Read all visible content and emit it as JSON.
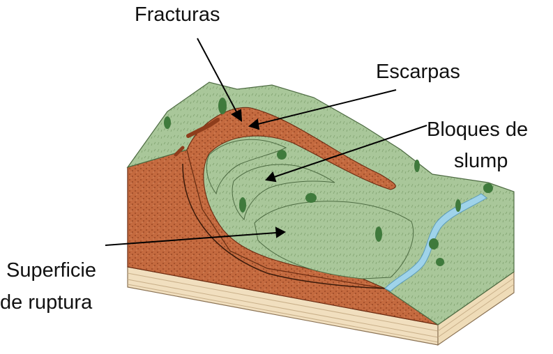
{
  "labels": {
    "fracturas": "Fracturas",
    "escarpas": "Escarpas",
    "bloques_line1": "Bloques de",
    "bloques_line2": "slump",
    "superficie_line1": "Superficie",
    "superficie_line2": "de ruptura"
  },
  "colors": {
    "grass": "#a9c79a",
    "grass_dark": "#7fa26f",
    "soil": "#c46a3f",
    "soil_dots": "#8e3d1c",
    "strata": "#f1dfbf",
    "strata_line": "#c9b08a",
    "water": "#9fd3ea",
    "tree": "#3f7a3c",
    "arrow": "#000000"
  }
}
